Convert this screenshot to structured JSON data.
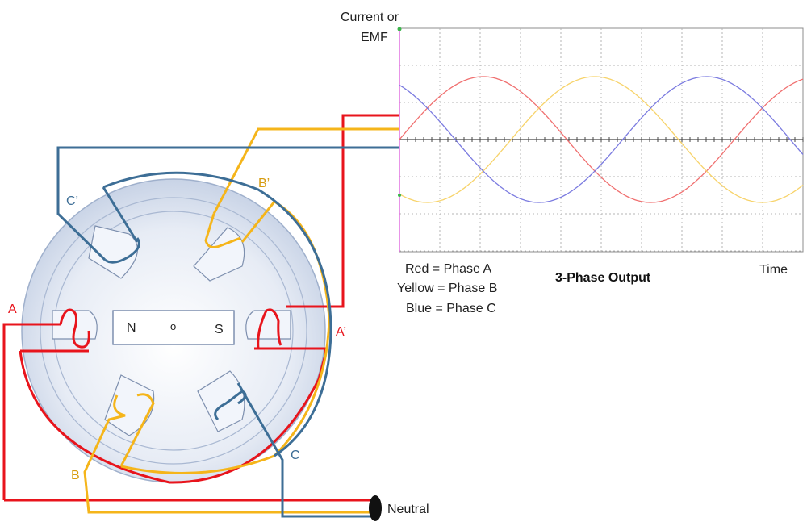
{
  "diagram": {
    "axis_y_label_line1": "Current or",
    "axis_y_label_line2": "EMF",
    "axis_x_label": "Time",
    "title": "3-Phase Output",
    "legend": [
      "Red = Phase A",
      "Yellow = Phase B",
      "Blue = Phase C"
    ],
    "rotor_north": "N",
    "rotor_center": "o",
    "rotor_south": "S",
    "coil_labels": {
      "a": "A",
      "a_prime": "A’",
      "b": "B",
      "b_prime": "B’",
      "c": "C",
      "c_prime": "C’"
    },
    "neutral_label": "Neutral",
    "colors": {
      "phase_a": "#e8141c",
      "phase_b": "#f5b51a",
      "phase_c": "#3d6e96",
      "wave_a": "#f07070",
      "wave_b": "#f7d36a",
      "wave_c": "#7b7be0",
      "axis": "#e070e0",
      "grid": "#b4b4b4"
    }
  }
}
